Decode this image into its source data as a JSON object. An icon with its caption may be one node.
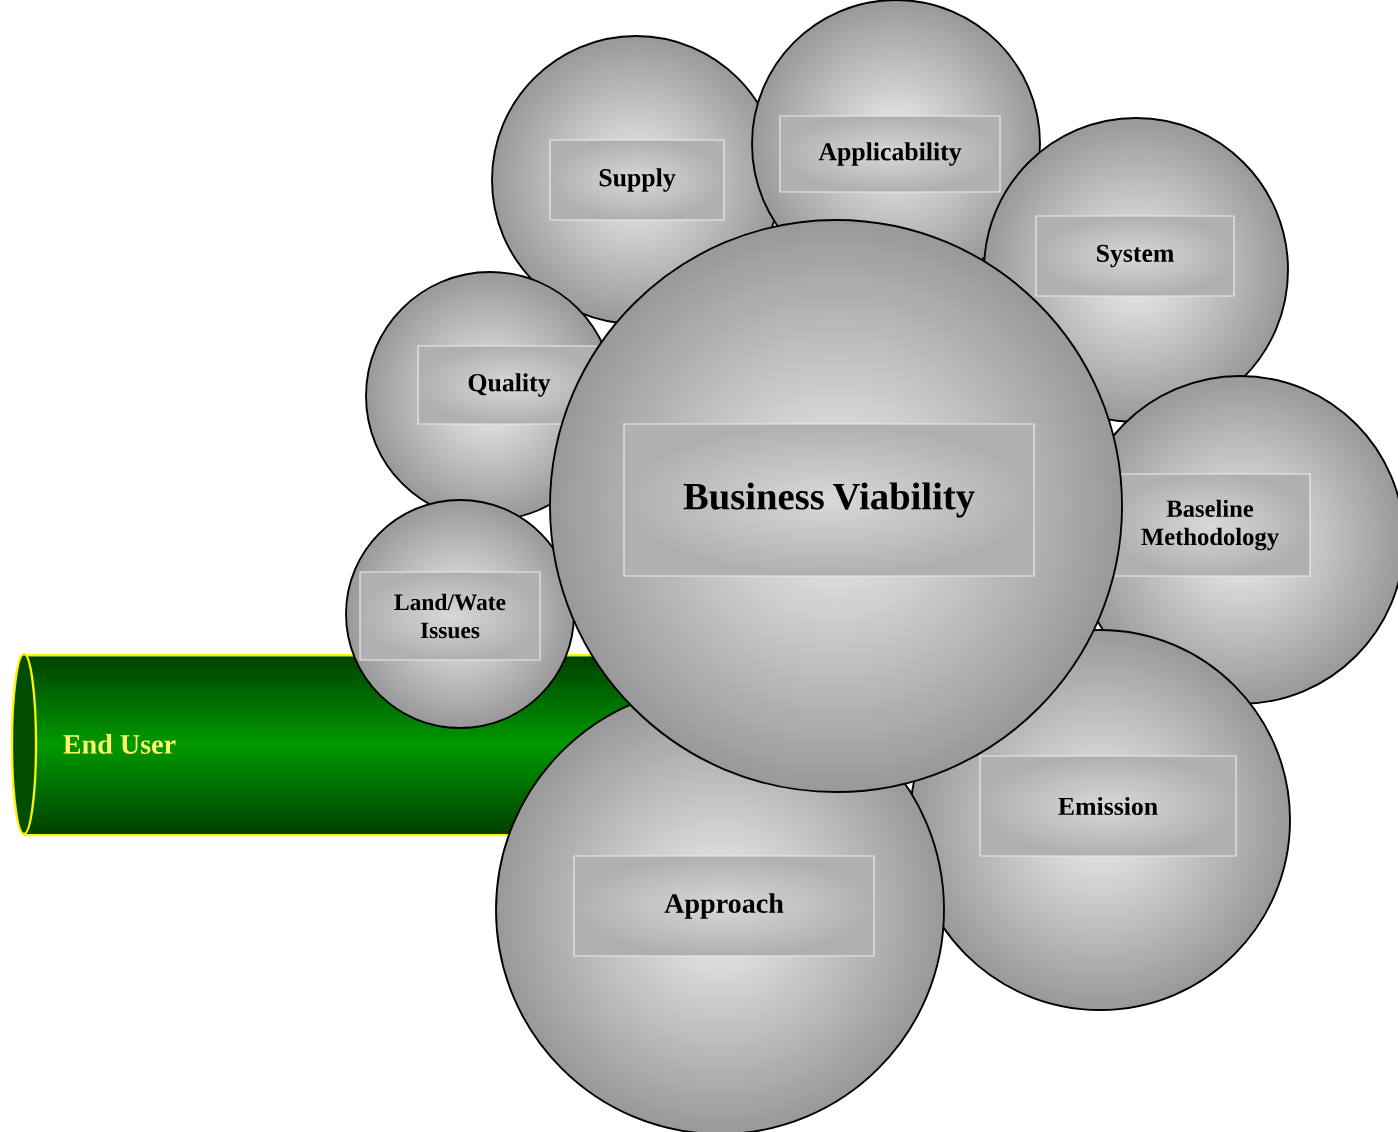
{
  "diagram": {
    "nodes": [
      {
        "text": [
          "Supply"
        ]
      },
      {
        "text": [
          "Applicability"
        ]
      },
      {
        "text": [
          "System"
        ]
      },
      {
        "text": [
          "Quality"
        ]
      },
      {
        "text": [
          "Business Viability"
        ]
      },
      {
        "text": [
          "Baseline Methodology"
        ]
      },
      {
        "text": [
          "Land/Wate Issues"
        ]
      },
      {
        "text": [
          "End User"
        ]
      },
      {
        "text": [
          "Emission"
        ]
      },
      {
        "text": [
          "Approach"
        ]
      }
    ]
  }
}
